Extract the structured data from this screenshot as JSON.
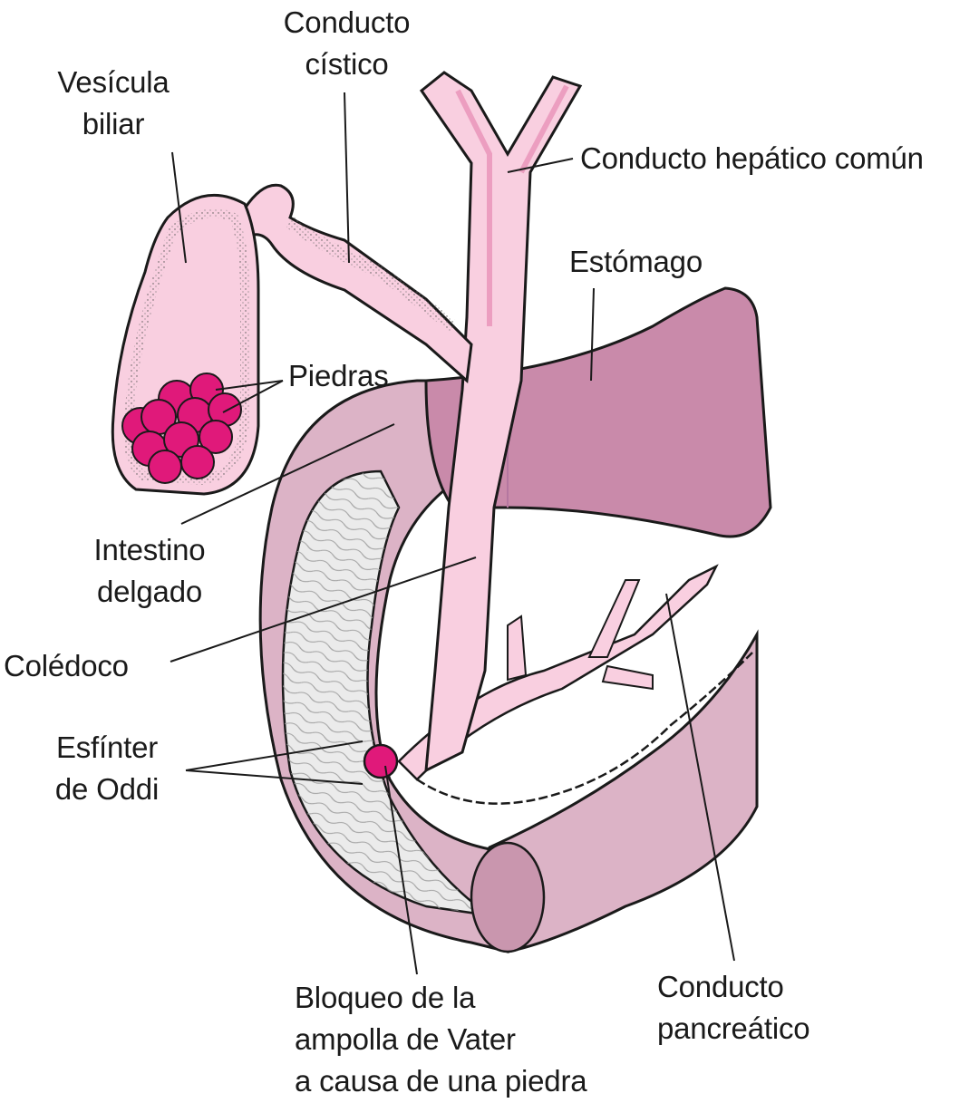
{
  "labels": {
    "vesicula": [
      "Vesícula",
      "biliar"
    ],
    "cistico": [
      "Conducto",
      "cístico"
    ],
    "hepatico": "Conducto hepático común",
    "estomago": "Estómago",
    "piedras": "Piedras",
    "intestino": [
      "Intestino",
      "delgado"
    ],
    "coledoco": "Colédoco",
    "esfinter": [
      "Esfínter",
      "de Oddi"
    ],
    "bloqueo": [
      "Bloqueo de la",
      "ampolla de Vater",
      "a causa de una piedra"
    ],
    "pancreatico": [
      "Conducto",
      "pancreático"
    ]
  },
  "colors": {
    "duct_fill": "#f9cfe0",
    "duct_wall": "#ec9ec0",
    "stomach": "#c98aaa",
    "intestine": "#dcb3c6",
    "intestine_dark": "#b986a1",
    "mucosa": "#ebebeb",
    "stone": "#e0197a",
    "outline": "#1a1a1a"
  }
}
